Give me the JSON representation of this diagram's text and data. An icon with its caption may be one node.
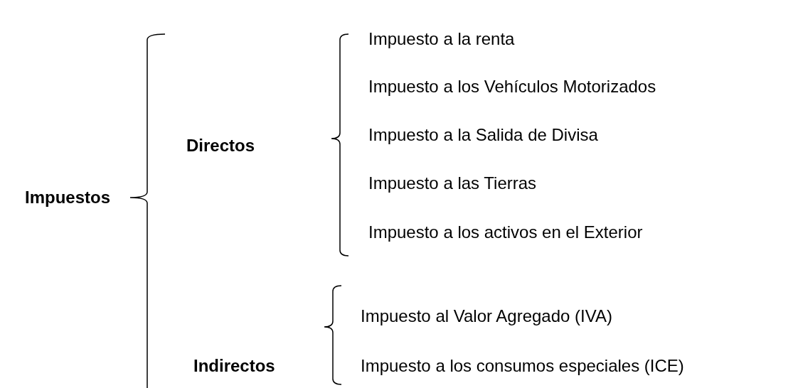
{
  "diagram": {
    "labels": [
      "Impuestos",
      "Directos",
      "Impuesto a la renta",
      "Impuesto a los Vehículos Motorizados",
      "Impuesto a la Salida de Divisa",
      "Impuesto a las Tierras",
      "Impuesto a los activos en el Exterior",
      "Indirectos",
      "Impuesto al Valor Agregado (IVA)",
      "Impuesto a los consumos especiales (ICE)"
    ]
  }
}
